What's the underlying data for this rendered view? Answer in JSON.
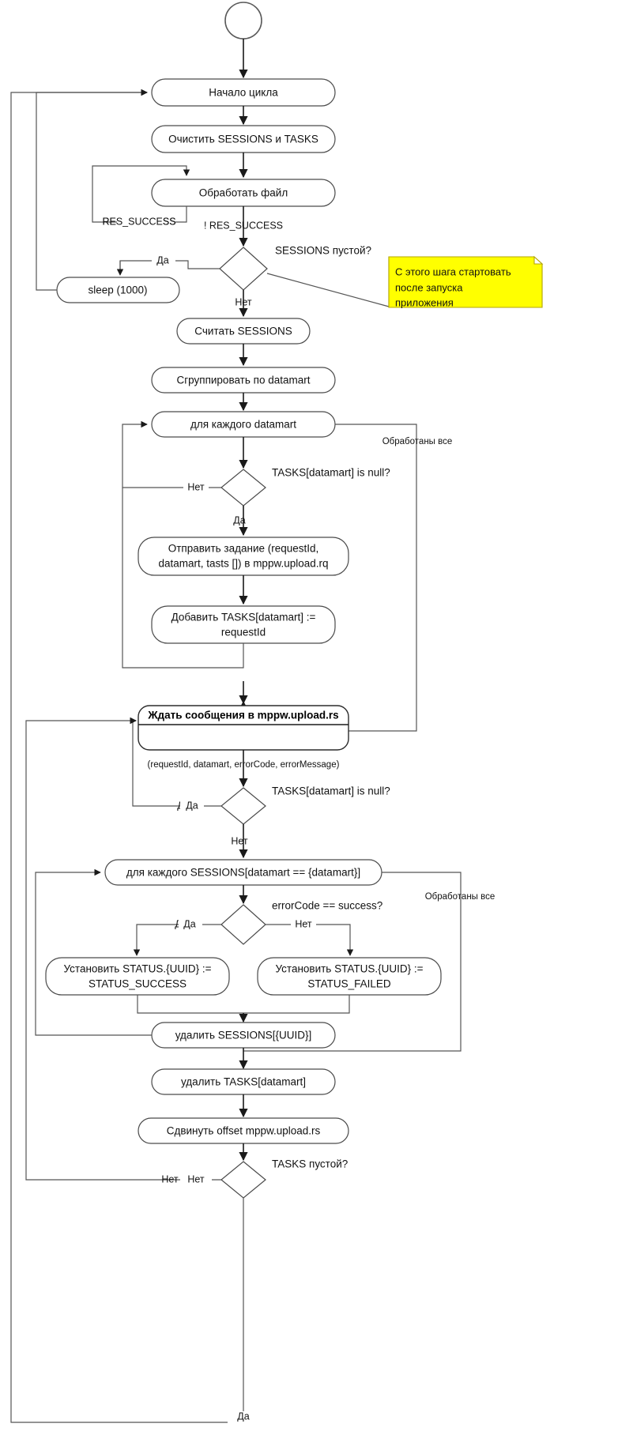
{
  "diagram": {
    "title": "MPPW upload loop activity diagram",
    "type": "flowchart",
    "language": "ru",
    "colors": {
      "node_stroke": "#4a4a4a",
      "edge_stroke": "#555555",
      "note_fill": "#ffff00",
      "note_stroke": "#b3a600",
      "text": "#111111",
      "background": "#ffffff"
    }
  },
  "nodes": {
    "start": {
      "label": "",
      "shape": "circle"
    },
    "loop_start": {
      "label": "Начало цикла",
      "shape": "rounded-rect"
    },
    "clear": {
      "label": "Очистить SESSIONS и TASKS",
      "shape": "rounded-rect"
    },
    "process_file": {
      "label": "Обработать файл",
      "shape": "rounded-rect"
    },
    "sessions_empty": {
      "label": "SESSIONS пустой?",
      "shape": "diamond"
    },
    "sleep": {
      "label": "sleep (1000)",
      "shape": "rounded-rect"
    },
    "read_sessions": {
      "label": "Считать SESSIONS",
      "shape": "rounded-rect"
    },
    "group_by": {
      "label": "Сгруппировать по datamart",
      "shape": "rounded-rect"
    },
    "for_each_datamart": {
      "label": "для каждого datamart",
      "shape": "rounded-rect"
    },
    "tasks_null_1": {
      "label": "TASKS[datamart] is null?",
      "shape": "diamond"
    },
    "send_task": {
      "line1": "Отправить задание (requestId,",
      "line2": "datamart, tasts []) в mppw.upload.rq",
      "shape": "rounded-rect"
    },
    "add_task": {
      "line1": "Добавить TASKS[datamart] :=",
      "line2": "requestId",
      "shape": "rounded-rect"
    },
    "wait_message": {
      "label": "Ждать сообщения в mppw.upload.rs",
      "shape": "rounded-rect-partition"
    },
    "tasks_null_2": {
      "label": "TASKS[datamart] is null?",
      "shape": "diamond"
    },
    "for_each_session": {
      "label": "для каждого SESSIONS[datamart == {datamart}]",
      "shape": "rounded-rect"
    },
    "error_code": {
      "label": "errorCode == success?",
      "shape": "diamond"
    },
    "status_success": {
      "line1": "Установить STATUS.{UUID} :=",
      "line2": "STATUS_SUCCESS",
      "shape": "rounded-rect"
    },
    "status_failed": {
      "line1": "Установить STATUS.{UUID} :=",
      "line2": "STATUS_FAILED",
      "shape": "rounded-rect"
    },
    "delete_session": {
      "label": "удалить SESSIONS[{UUID}]",
      "shape": "rounded-rect"
    },
    "delete_task": {
      "label": "удалить TASKS[datamart]",
      "shape": "rounded-rect"
    },
    "shift_offset": {
      "label": "Сдвинуть offset  mppw.upload.rs",
      "shape": "rounded-rect"
    },
    "tasks_empty": {
      "label": "TASKS пустой?",
      "shape": "diamond"
    }
  },
  "edge_labels": {
    "res_success": "RES_SUCCESS",
    "not_res_success": "! RES_SUCCESS",
    "yes_sleep": "Да",
    "no_sessions_empty": "Нет",
    "all_processed_datamart": "Обработаны все",
    "no_tasks_null_1": "Нет",
    "yes_tasks_null_1": "Да",
    "message_payload": "(requestId, datamart, errorCode, errorMessage)",
    "yes_tasks_null_2": "Да",
    "no_tasks_null_2": "Нет",
    "all_processed_sessions": "Обработаны все",
    "yes_error_code": "Да",
    "no_error_code": "Нет",
    "no_tasks_empty": "Нет",
    "yes_tasks_empty": "Да"
  },
  "note": {
    "lines": [
      "С этого шага стартовать",
      "после запуска",
      "приложения"
    ]
  }
}
